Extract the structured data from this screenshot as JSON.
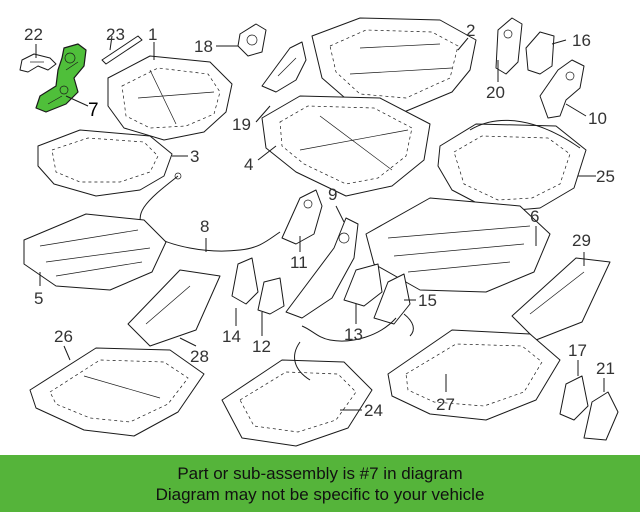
{
  "diagram": {
    "highlight_color": "#4fbf3a",
    "highlighted_part": "7",
    "callouts": [
      "1",
      "2",
      "3",
      "4",
      "5",
      "6",
      "7",
      "8",
      "9",
      "10",
      "11",
      "12",
      "13",
      "14",
      "15",
      "16",
      "17",
      "18",
      "19",
      "20",
      "21",
      "22",
      "23",
      "24",
      "25",
      "26",
      "27",
      "28",
      "29"
    ]
  },
  "banner": {
    "background": "#55b43a",
    "line1": "Part or sub-assembly is #7 in diagram",
    "line2": "Diagram may not be specific to your vehicle"
  }
}
